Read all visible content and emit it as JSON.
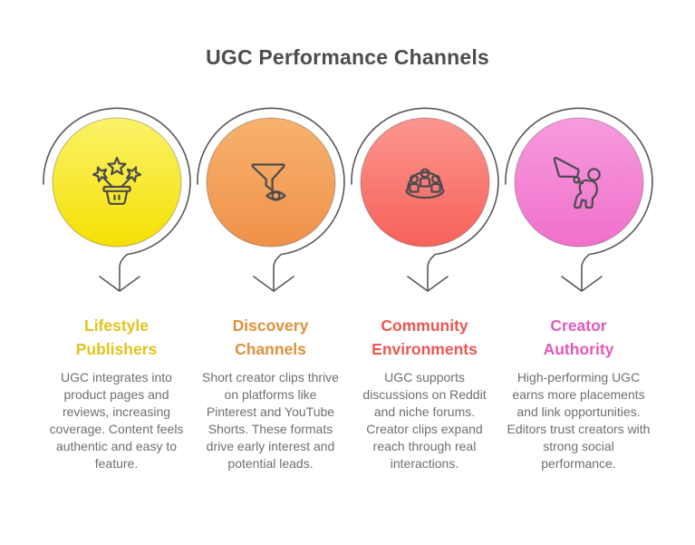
{
  "title": "UGC Performance Channels",
  "styles": {
    "background": "#FFFFFF",
    "title_color": "#4D4D4D",
    "body_text_color": "#6F6F6F",
    "ring_arrow_color": "#58585A",
    "icon_stroke_color": "#4A4B4D"
  },
  "items": [
    {
      "icon": "stars-basket-icon",
      "heading": "Lifestyle Publishers",
      "description": "UGC integrates into product pages and reviews, increasing coverage. Content feels authentic and easy to feature.",
      "accent": "#E2C31C",
      "gradient_top": "#FBF269",
      "gradient_bottom": "#F5E002"
    },
    {
      "icon": "funnel-eye-icon",
      "heading": "Discovery Channels",
      "description": "Short creator clips thrive on platforms like Pinterest and YouTube Shorts. These formats drive early interest and potential leads.",
      "accent": "#E0903B",
      "gradient_top": "#F7B26D",
      "gradient_bottom": "#EF914A"
    },
    {
      "icon": "community-dome-icon",
      "heading": "Community Environments",
      "description": "UGC supports discussions on Reddit and niche forums. Creator clips expand reach through real interactions.",
      "accent": "#EA5652",
      "gradient_top": "#FA968E",
      "gradient_bottom": "#F7625B"
    },
    {
      "icon": "megaphone-person-icon",
      "heading": "Creator Authority",
      "description": "High-performing UGC earns more placements and link opportunities. Editors trust creators with strong social performance.",
      "accent": "#E458B7",
      "gradient_top": "#F79BDE",
      "gradient_bottom": "#F070CB"
    }
  ]
}
